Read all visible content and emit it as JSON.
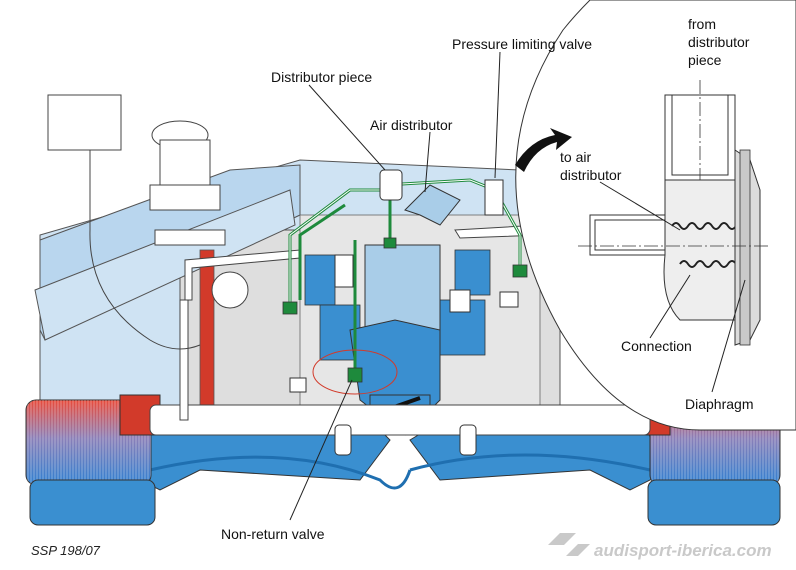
{
  "figure_code": "SSP 198/07",
  "watermark": "audisport-iberica.com",
  "labels": {
    "pressure_limiting_valve": "Pressure limiting valve",
    "distributor_piece": "Distributor piece",
    "air_distributor": "Air distributor",
    "non_return_valve": "Non-return valve",
    "inset_from": "from",
    "inset_distributor": "distributor",
    "inset_piece": "piece",
    "inset_to_air": "to air",
    "inset_distributor2": "distributor",
    "connection": "Connection",
    "diaphragm": "Diaphragm"
  },
  "colors": {
    "engine_light_blue": "#cfe3f3",
    "engine_mid_blue": "#a9cde8",
    "intake_blue": "#3a8fd0",
    "intake_dark": "#1f6fb0",
    "pipe_green": "#1e8a3c",
    "coolant_red": "#d23a2a",
    "grey_body": "#dedede"
  }
}
